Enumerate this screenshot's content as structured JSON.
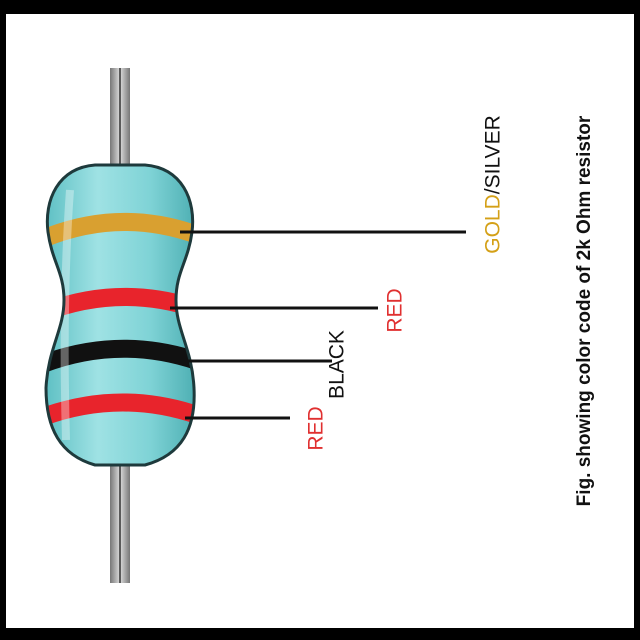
{
  "bands": [
    {
      "name": "RED",
      "color": "#e8242c"
    },
    {
      "name": "BLACK",
      "color": "#111111"
    },
    {
      "name": "RED",
      "color": "#e8242c"
    },
    {
      "name": "GOLD/SILVER",
      "color": "#d9a030"
    }
  ],
  "labels": {
    "red_1": "RED",
    "black": "BLACK",
    "red_2": "RED",
    "gold": "GOLD",
    "silver": "/SILVER"
  },
  "caption": "Fig. showing color code of 2k Ohm resistor",
  "colors": {
    "body": "#7fd3d6",
    "body_outline": "#1e3a3c",
    "lead": "#9a9a9a",
    "red_label": "#e03030",
    "gold_label": "#d4a017"
  }
}
